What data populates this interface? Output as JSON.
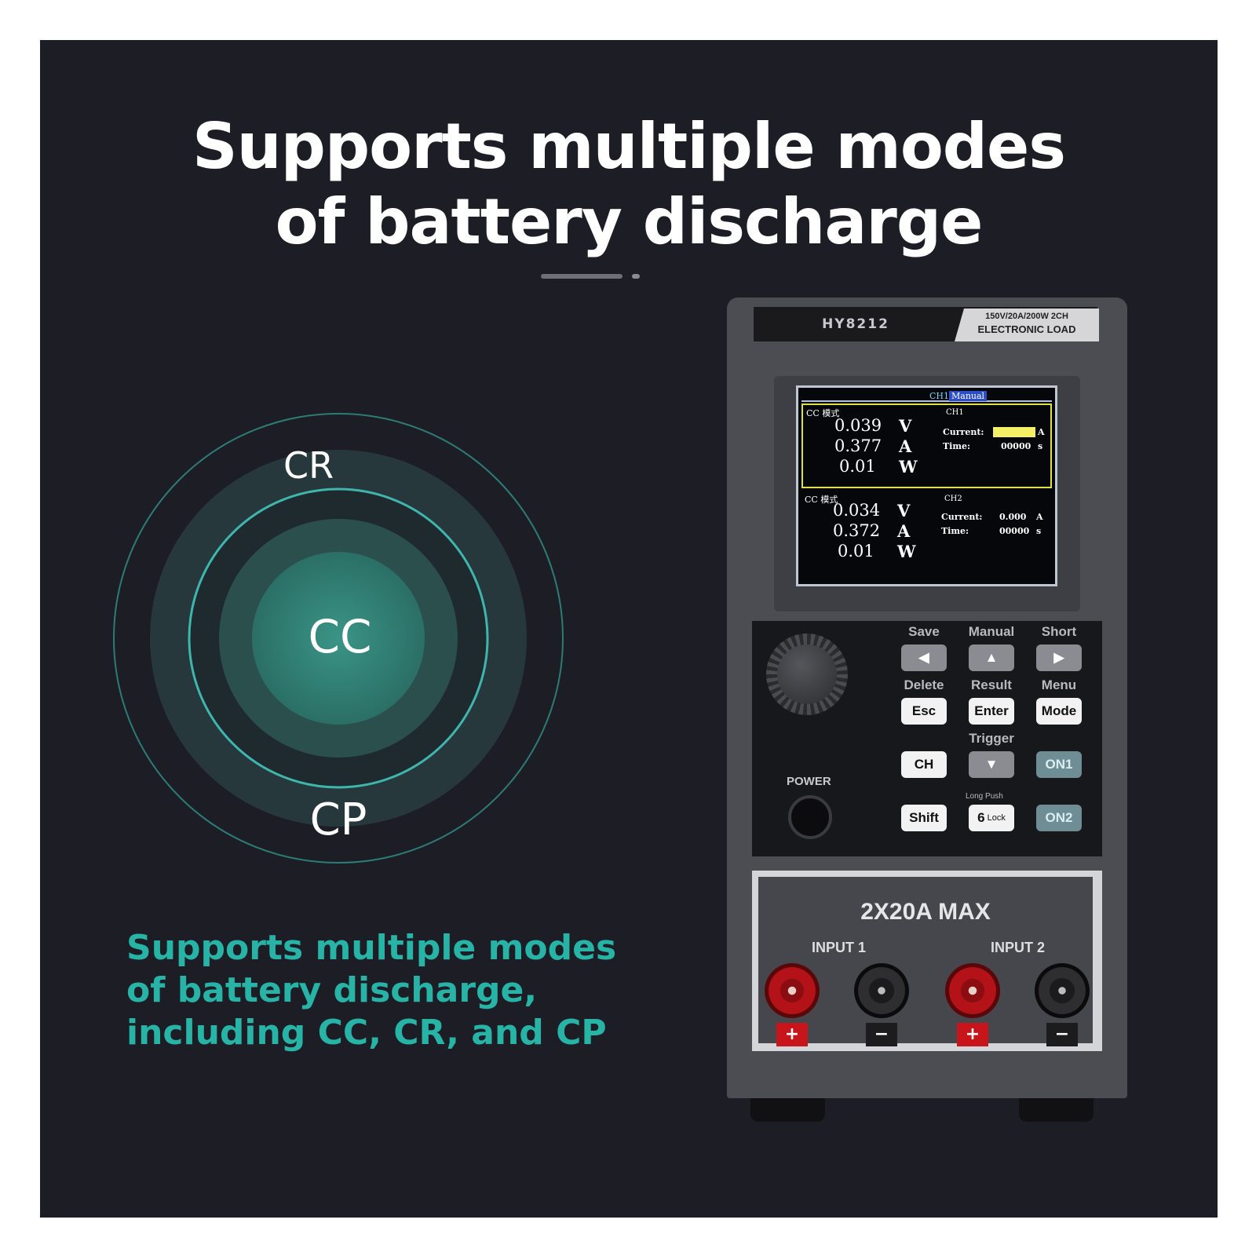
{
  "headline": {
    "line1": "Supports multiple modes",
    "line2": "of battery discharge"
  },
  "modes": {
    "inner": "CC",
    "outer_top": "CR",
    "outer_bottom": "CP"
  },
  "caption": {
    "line1": "Supports multiple modes",
    "line2": "of battery discharge,",
    "line3": "including CC, CR, and CP"
  },
  "colors": {
    "panel_bg": "#1d1d26",
    "accent_teal": "#27b3a6",
    "headline_text": "#ffffff"
  },
  "device": {
    "model": "HY8212",
    "spec_line1": "150V/20A/200W 2CH",
    "spec_line2": "ELECTRONIC LOAD",
    "screen": {
      "header_channel": "CH1",
      "header_mode": "Manual",
      "ch1": {
        "mode": "CC 模式",
        "voltage": "0.039",
        "current": "0.377",
        "power": "0.01",
        "v_unit": "V",
        "a_unit": "A",
        "w_unit": "W",
        "id": "CH1",
        "current_label": "Current:",
        "current_set_unit": "A",
        "time_label": "Time:",
        "time_value": "00000",
        "time_unit": "s"
      },
      "ch2": {
        "mode": "CC 模式",
        "voltage": "0.034",
        "current": "0.372",
        "power": "0.01",
        "v_unit": "V",
        "a_unit": "A",
        "w_unit": "W",
        "id": "CH2",
        "current_label": "Current:",
        "current_value": "0.000",
        "current_set_unit": "A",
        "time_label": "Time:",
        "time_value": "00000",
        "time_unit": "s"
      }
    },
    "keys": {
      "save": "Save",
      "manual": "Manual",
      "short": "Short",
      "delete": "Delete",
      "result": "Result",
      "menu": "Menu",
      "esc": "Esc",
      "enter": "Enter",
      "mode": "Mode",
      "trigger": "Trigger",
      "ch": "CH",
      "on1": "ON1",
      "shift": "Shift",
      "lock": "Lock",
      "lock_num": "6",
      "on2": "ON2",
      "long_push": "Long Push",
      "left_arrow": "◀",
      "up_arrow": "▲",
      "right_arrow": "▶",
      "down_arrow": "▼"
    },
    "power_label": "POWER",
    "max_label": "2X20A MAX",
    "input1": "INPUT 1",
    "input2": "INPUT 2",
    "plus": "+",
    "minus": "−"
  }
}
